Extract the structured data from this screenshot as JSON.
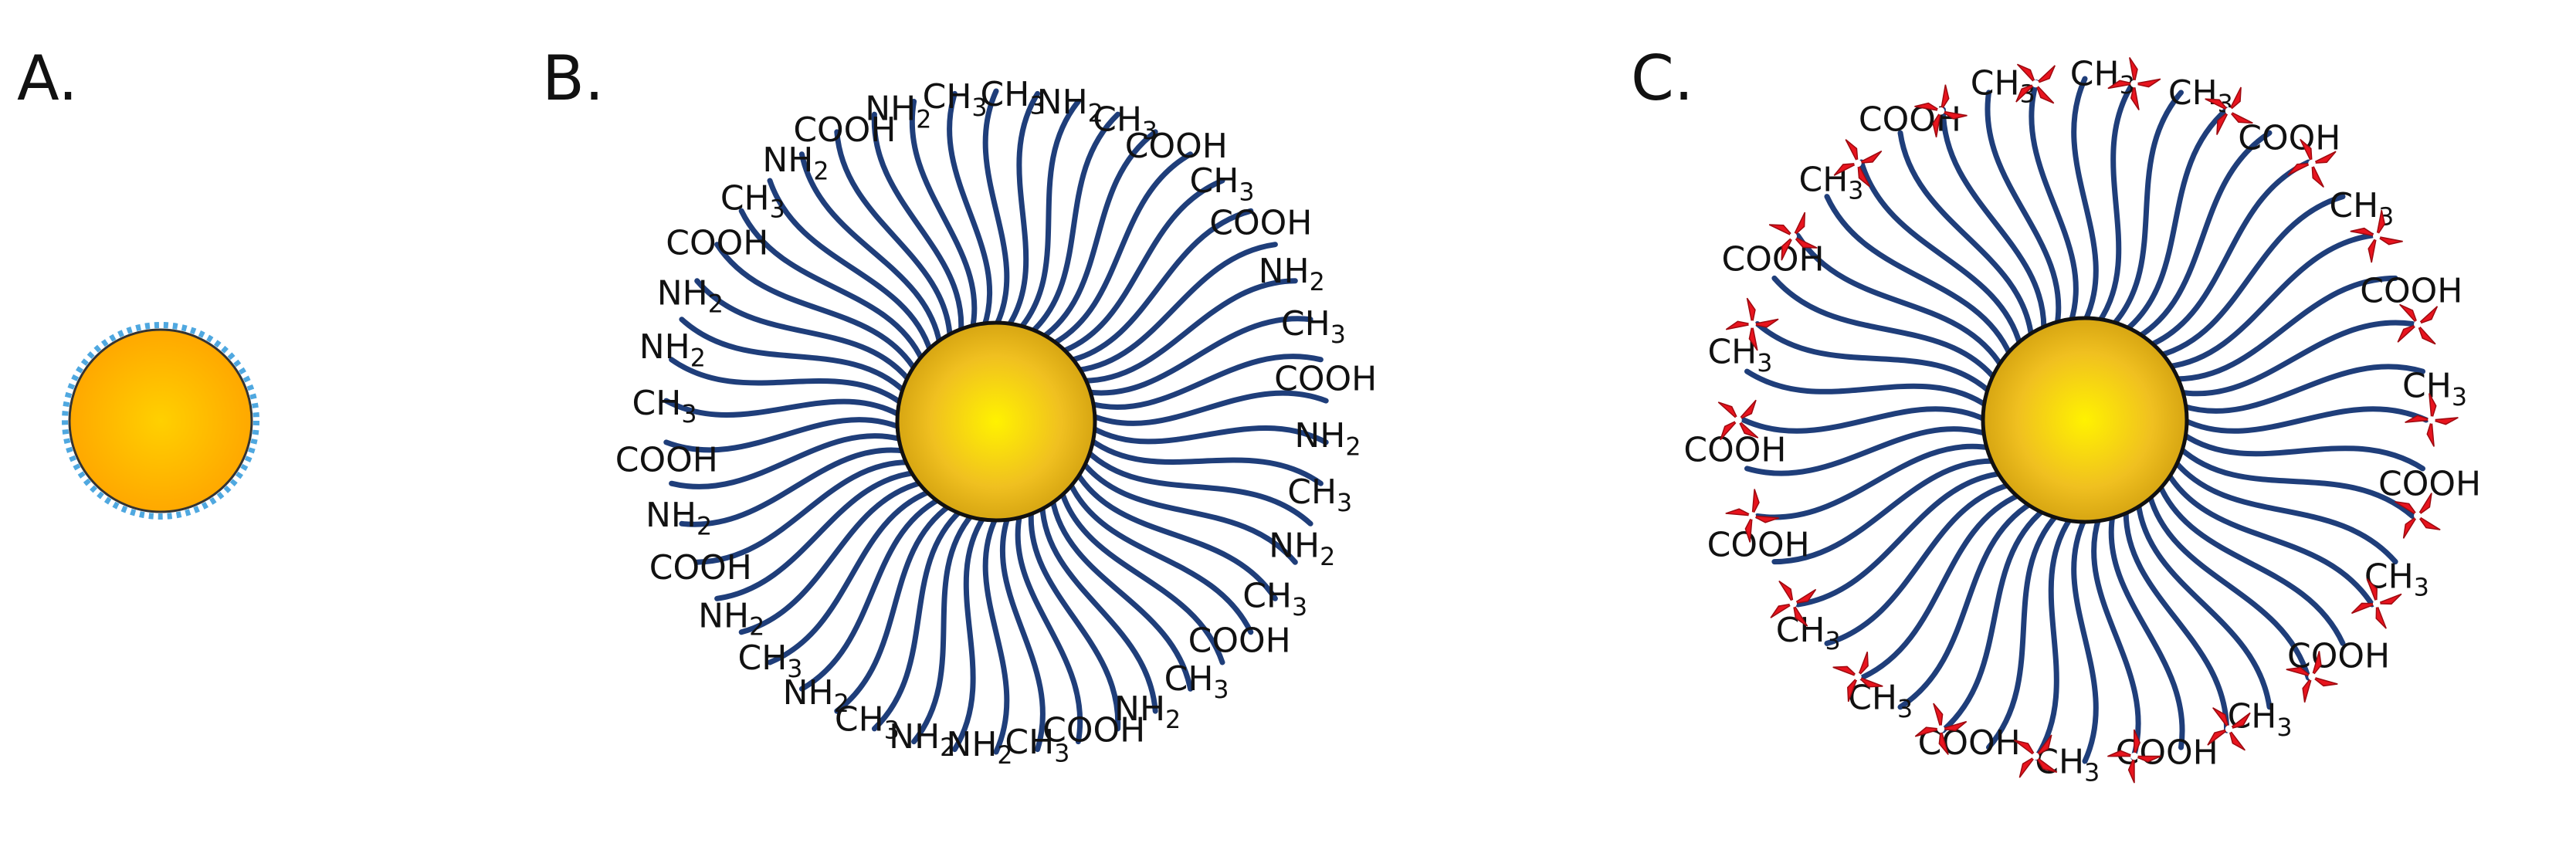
{
  "panels": [
    {
      "id": "A",
      "label": "A.",
      "ligands": []
    },
    {
      "id": "B",
      "label": "B.",
      "ligands": [
        "CH3",
        "NH2",
        "CH3",
        "COOH",
        "CH3",
        "COOH",
        "NH2",
        "CH3",
        "COOH",
        "NH2",
        "CH3",
        "NH2",
        "CH3",
        "COOH",
        "CH3",
        "NH2",
        "COOH",
        "CH3",
        "NH2",
        "NH2",
        "CH3",
        "NH2",
        "CH3",
        "NH2",
        "COOH",
        "NH2",
        "COOH",
        "CH3",
        "NH2",
        "NH2",
        "COOH",
        "CH3",
        "NH2",
        "COOH",
        "NH2",
        "CH3"
      ]
    },
    {
      "id": "C",
      "label": "C.",
      "ligands": [
        "CH3",
        "CH3",
        "COOH",
        "CH3",
        "COOH",
        "CH3",
        "COOH",
        "CH3",
        "COOH",
        "CH3",
        "COOH",
        "CH3",
        "COOH",
        "CH3",
        "CH3",
        "COOH",
        "COOH",
        "CH3",
        "COOH",
        "CH3",
        "COOH",
        "CH3"
      ]
    }
  ],
  "colors": {
    "core_light": "#FFF200",
    "core_mid": "#F0C020",
    "core_dark": "#C8960A",
    "panelA_core": "#FFA500",
    "panelA_halo": "#4FA8E0",
    "chain": "#1F3E7A",
    "star": "#E8141E",
    "text": "#111111"
  }
}
